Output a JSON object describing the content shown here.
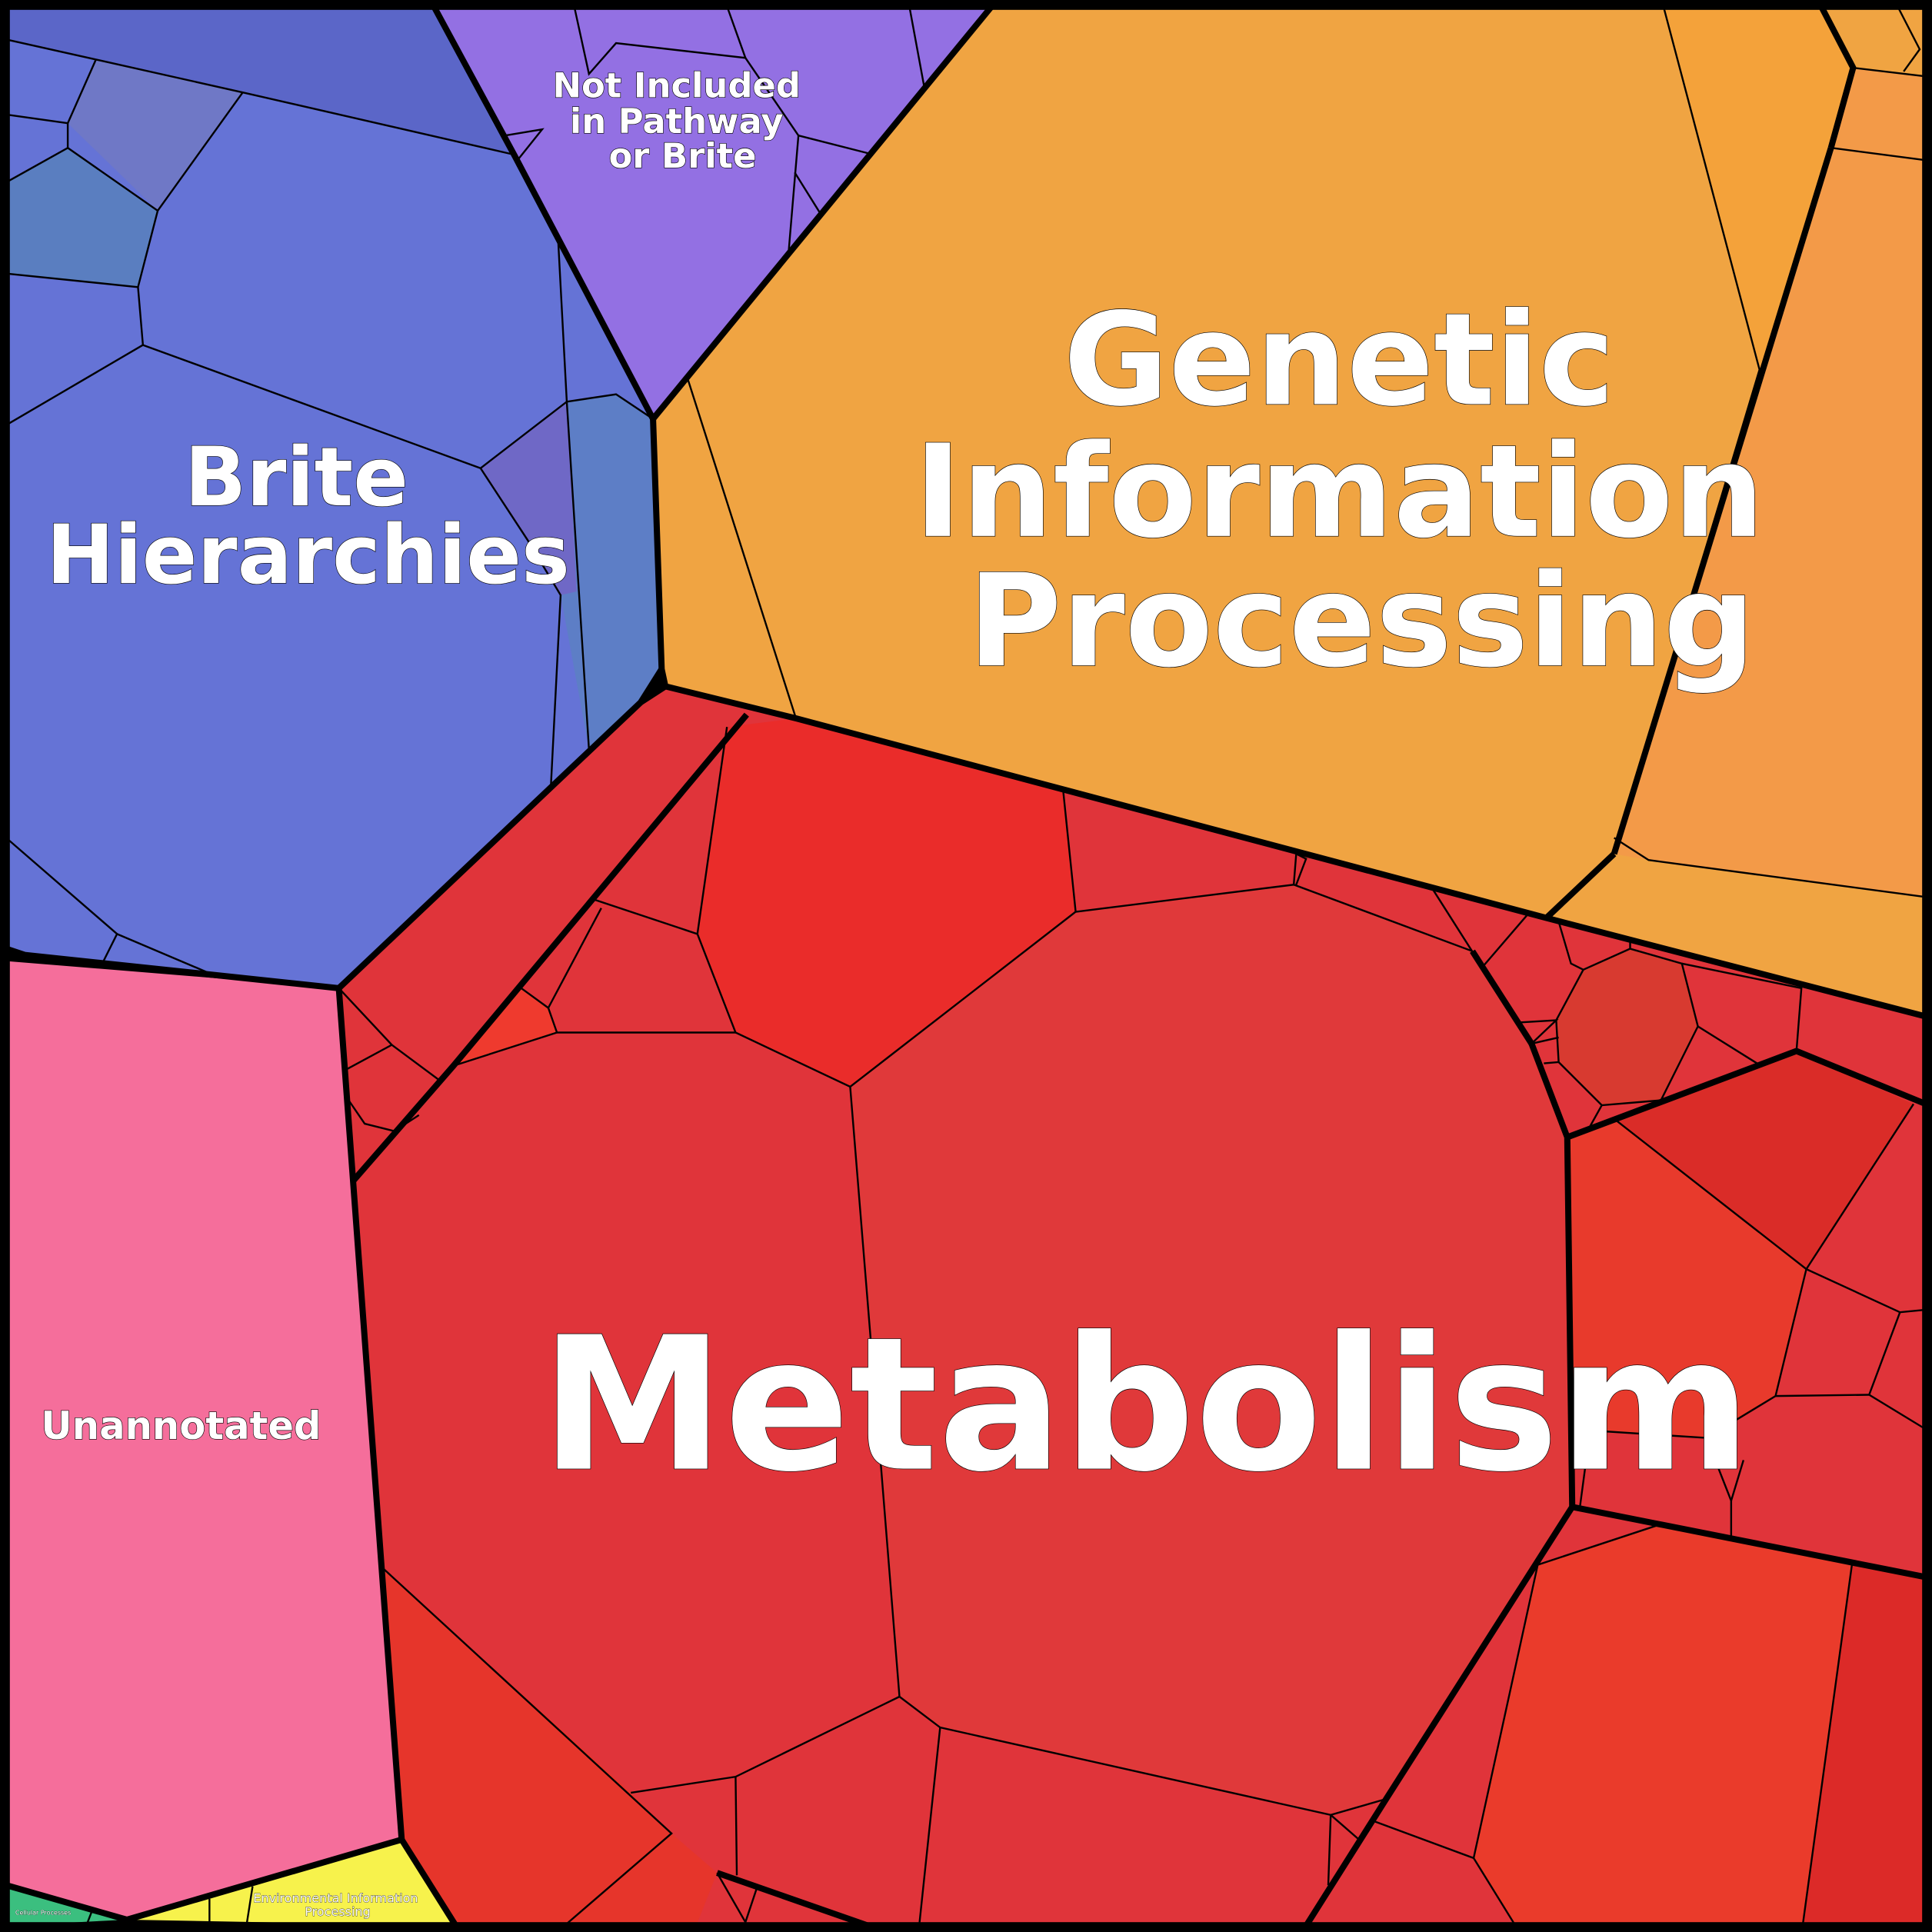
{
  "title": "Voronoi treemap of functional categories",
  "categories": [
    {
      "name": "Metabolism",
      "color": "#e0343a"
    },
    {
      "name": "Genetic Information Processing",
      "lines": [
        "Genetic",
        "Information",
        "Processing"
      ],
      "color": "#f0a442"
    },
    {
      "name": "Brite Hierarchies",
      "lines": [
        "Brite",
        "Hierarchies"
      ],
      "color": "#6573d6"
    },
    {
      "name": "Not Included in Pathway or Brite",
      "lines": [
        "Not Included",
        "in Pathway",
        "or Brite"
      ],
      "color": "#9370e3"
    },
    {
      "name": "Unannotated",
      "color": "#f56e9b"
    },
    {
      "name": "Environmental Information Processing",
      "lines": [
        "Environmental Information",
        "Processing"
      ],
      "color": "#f7f24c"
    },
    {
      "name": "Cellular Processes",
      "color": "#3bbf7f"
    }
  ]
}
